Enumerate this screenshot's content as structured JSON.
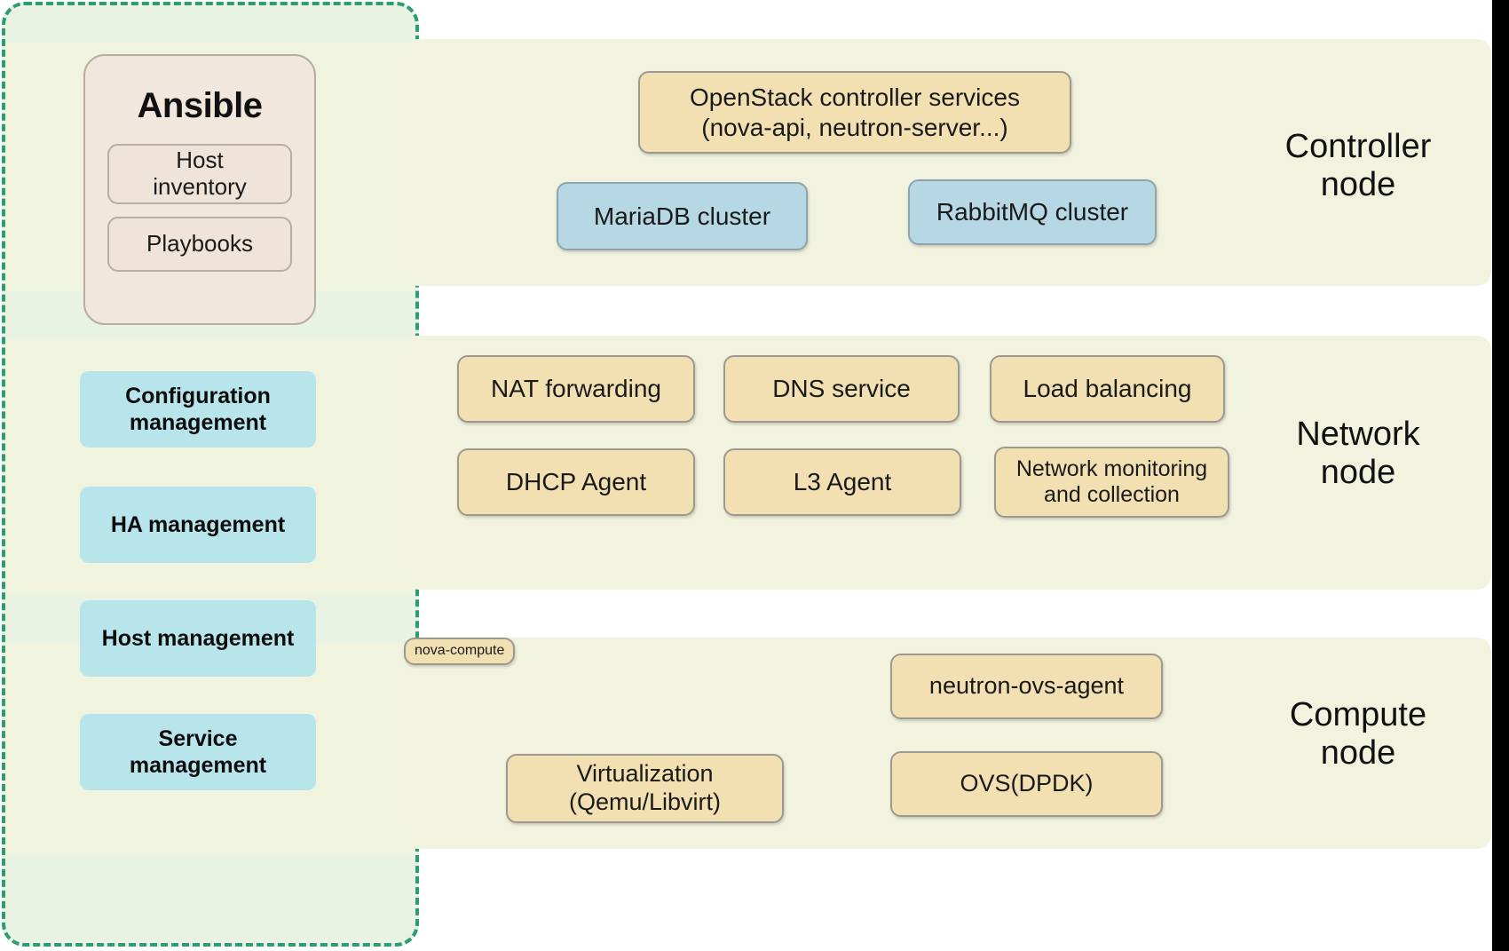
{
  "management_panel": {
    "name": "Ansible management",
    "ansible": {
      "title": "Ansible",
      "host_inventory": "Host\ninventory",
      "host_inventory_lines": [
        "Host",
        "inventory"
      ],
      "playbooks": "Playbooks"
    },
    "capabilities": [
      {
        "label_lines": [
          "Configuration",
          "management"
        ],
        "label": "Configuration management"
      },
      {
        "label_lines": [
          "HA management"
        ],
        "label": "HA management"
      },
      {
        "label_lines": [
          "Host management"
        ],
        "label": "Host management"
      },
      {
        "label_lines": [
          "Service",
          "management"
        ],
        "label": "Service management"
      }
    ]
  },
  "nodes": [
    {
      "label_lines": [
        "Controller",
        "node"
      ],
      "label": "Controller node",
      "services": [
        {
          "name": "openstack-controller-services",
          "lines": [
            "OpenStack controller services",
            "(nova-api, neutron-server...)"
          ],
          "style": "tan"
        },
        {
          "name": "mariadb-cluster",
          "lines": [
            "MariaDB cluster"
          ],
          "style": "blue"
        },
        {
          "name": "rabbitmq-cluster",
          "lines": [
            "RabbitMQ cluster"
          ],
          "style": "blue"
        }
      ]
    },
    {
      "label_lines": [
        "Network",
        "node"
      ],
      "label": "Network node",
      "services": [
        {
          "name": "nat-forwarding",
          "lines": [
            "NAT forwarding"
          ],
          "style": "tan"
        },
        {
          "name": "dns-service",
          "lines": [
            "DNS service"
          ],
          "style": "tan"
        },
        {
          "name": "load-balancing",
          "lines": [
            "Load balancing"
          ],
          "style": "tan"
        },
        {
          "name": "dhcp-agent",
          "lines": [
            "DHCP Agent"
          ],
          "style": "tan"
        },
        {
          "name": "l3-agent",
          "lines": [
            "L3 Agent"
          ],
          "style": "tan"
        },
        {
          "name": "network-monitoring",
          "lines": [
            "Network monitoring",
            "and collection"
          ],
          "style": "tan"
        }
      ]
    },
    {
      "label_lines": [
        "Compute",
        "node"
      ],
      "label": "Compute node",
      "services": [
        {
          "name": "nova-compute",
          "lines": [
            "nova-compute"
          ],
          "style": "tan"
        },
        {
          "name": "neutron-ovs-agent",
          "lines": [
            "neutron-ovs-agent"
          ],
          "style": "tan"
        },
        {
          "name": "virtualization",
          "lines": [
            "Virtualization",
            "(Qemu/Libvirt)"
          ],
          "style": "tan"
        },
        {
          "name": "ovs-dpdk",
          "lines": [
            "OVS(DPDK)"
          ],
          "style": "tan"
        }
      ]
    }
  ],
  "colors": {
    "dashed_border": "#2e9c72",
    "sidebar_bg": "#e9f3e4",
    "band_bg": "#f0f3dd",
    "node_panel_bg": "#f1f3de",
    "ansible_card_bg": "#f1e7dd",
    "blue_box": "#b8e4ec",
    "tan_box": "#f2e0b2",
    "blue_service_box": "#b6d7e4",
    "edge_strip": "#000000"
  }
}
